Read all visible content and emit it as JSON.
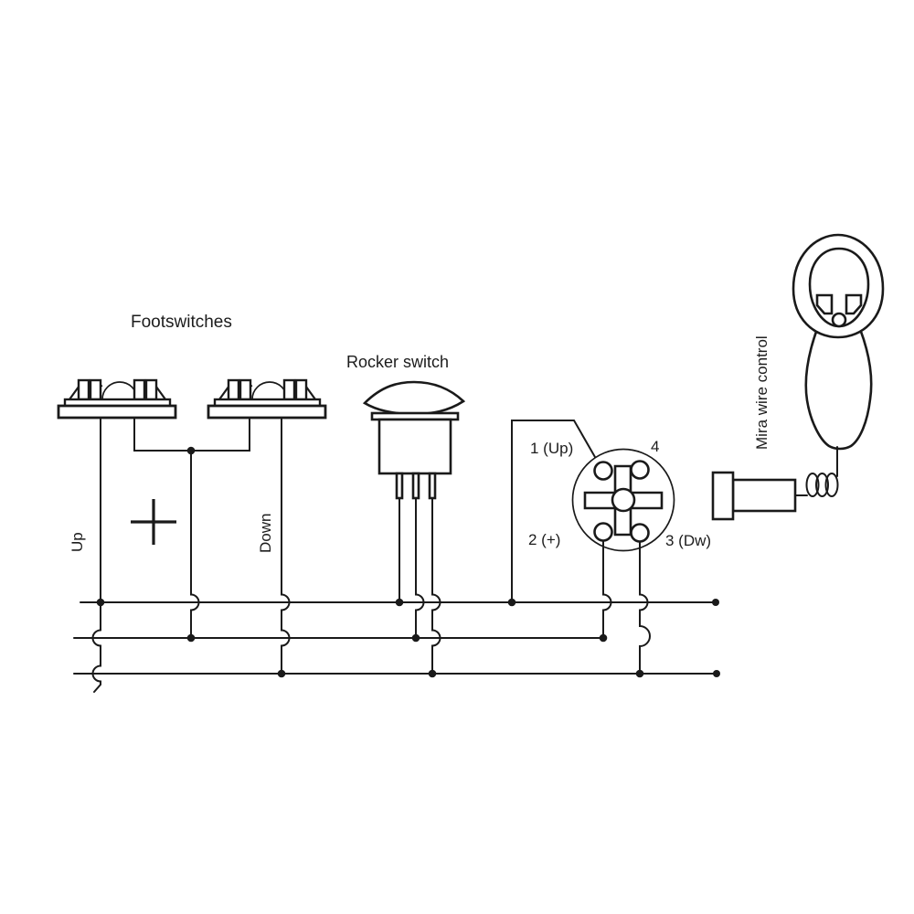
{
  "diagram": {
    "type": "wiring-diagram",
    "labels": {
      "footswitches": "Footswitches",
      "rocker_switch": "Rocker switch",
      "mira_wire_control": "Mira wire control",
      "up": "Up",
      "down": "Down"
    },
    "connector": {
      "pins": [
        {
          "id": "1",
          "label": "1 (Up)"
        },
        {
          "id": "2",
          "label": "2 (+)"
        },
        {
          "id": "3",
          "label": "3 (Dw)"
        },
        {
          "id": "4",
          "label": "4"
        }
      ]
    },
    "colors": {
      "line": "#1a1a1a",
      "background": "#ffffff"
    }
  }
}
